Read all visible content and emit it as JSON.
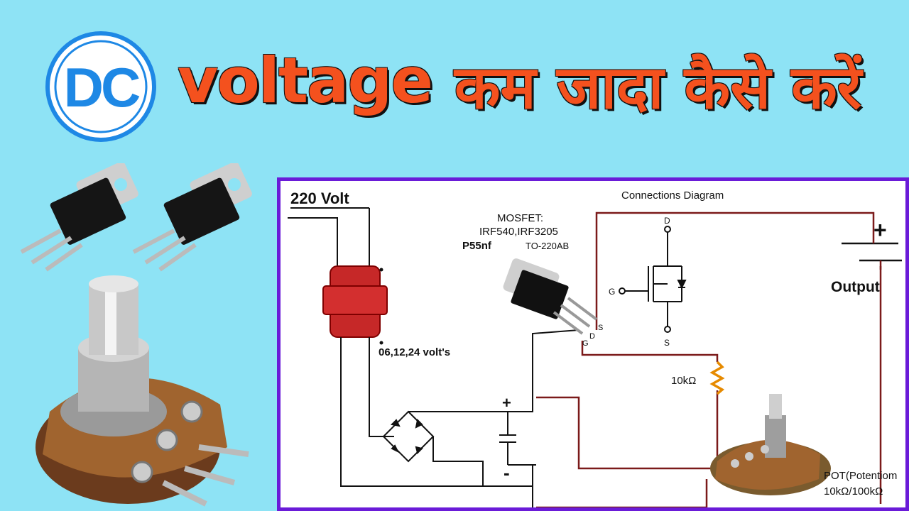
{
  "logo": {
    "text": "DC",
    "icon": "dc-logo-icon",
    "color": "#1e88e5"
  },
  "title": {
    "english": "voltage",
    "hindi": "कम जादा कैसे करें",
    "color": "#f4511e"
  },
  "diagram": {
    "heading": "Connections Diagram",
    "input_label": "220 Volt",
    "transformer_output": "06,12,24 volt's",
    "mosfet_line1": "MOSFET:",
    "mosfet_line2": "IRF540,IRF3205",
    "mosfet_part": "P55nf",
    "mosfet_package": "TO-220AB",
    "pin_d": "D",
    "pin_g": "G",
    "pin_s": "S",
    "plus": "+",
    "minus": "-",
    "resistor": "10kΩ",
    "output": "Output",
    "pot_line1": "POT(Potentiom",
    "pot_line2": "10kΩ/100kΩ",
    "wire_color": "#7b1a1a",
    "border_color": "#6a1bd8"
  }
}
